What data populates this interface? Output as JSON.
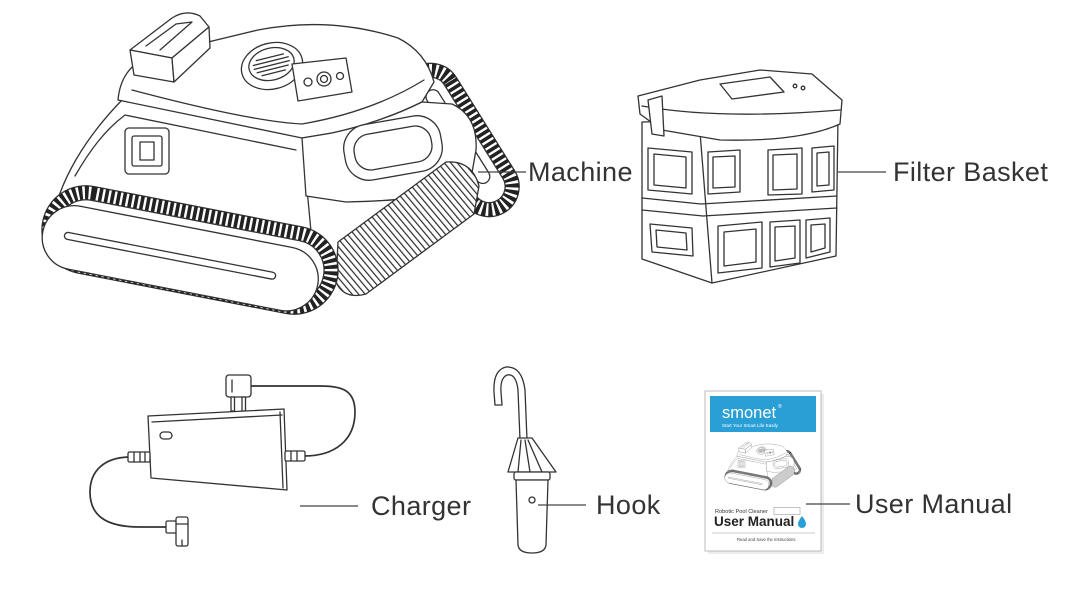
{
  "labels": {
    "machine": "Machine",
    "filter_basket": "Filter Basket",
    "charger": "Charger",
    "hook": "Hook",
    "user_manual": "User Manual"
  },
  "manual_cover": {
    "brand": "smonet",
    "brand_mark": "®",
    "tagline": "Start Your Smart Life Easily",
    "subtitle": "Robotic Pool Cleaner",
    "title": "User Manual",
    "footer": "Read and Save the Instructions"
  },
  "colors": {
    "line": "#333333",
    "accent": "#2a9fd6",
    "label": "#333333"
  }
}
